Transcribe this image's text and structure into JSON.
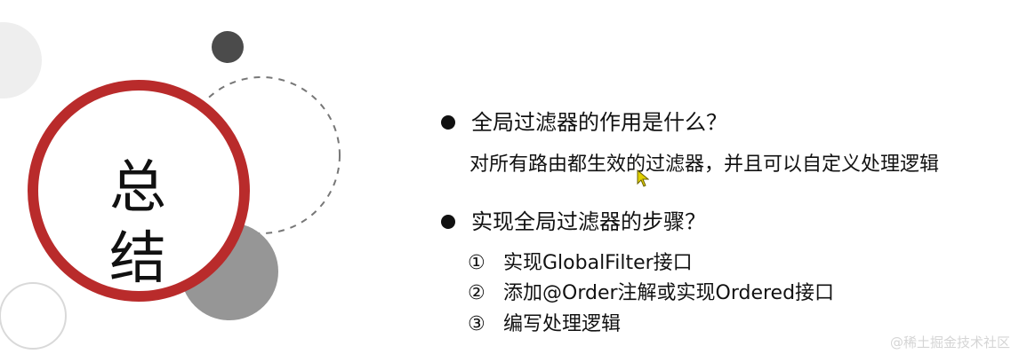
{
  "slide": {
    "title": "总结",
    "bullets": [
      {
        "question": "全局过滤器的作用是什么？",
        "answer": "对所有路由都生效的过滤器，并且可以自定义处理逻辑"
      },
      {
        "question": "实现全局过滤器的步骤？",
        "steps": [
          {
            "num": "①",
            "text": "实现GlobalFilter接口"
          },
          {
            "num": "②",
            "text": "添加@Order注解或实现Ordered接口"
          },
          {
            "num": "③",
            "text": "编写处理逻辑"
          }
        ]
      }
    ]
  },
  "watermark": "@稀土掘金技术社区",
  "colors": {
    "ring": "#b92b2b",
    "dark_circle": "#4b4b4b",
    "gray_circle": "#969696",
    "light_circle": "#eeeeee",
    "text": "#111111",
    "cursor": "#e0d000"
  },
  "icons": {
    "bullet": "filled-circle",
    "cursor": "mouse-pointer"
  }
}
